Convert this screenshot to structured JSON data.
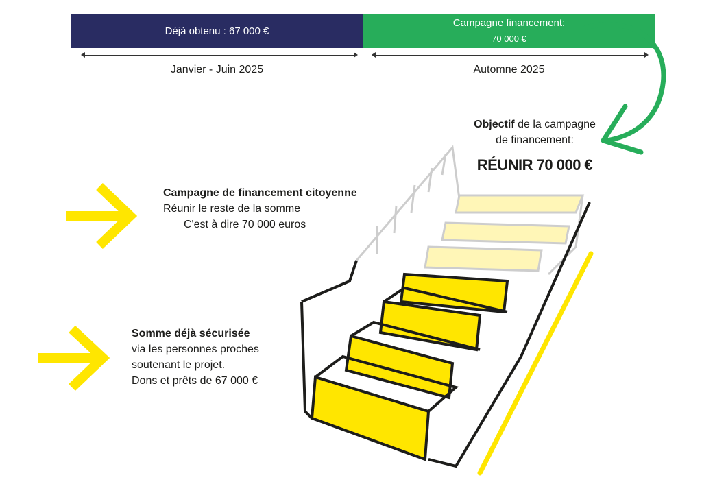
{
  "timeline": {
    "obtained_label": "Déjà obtenu : 67 000 €",
    "campaign_label_line1": "Campagne financement:",
    "campaign_label_line2": "70 000 €",
    "period_1": "Janvier - Juin 2025",
    "period_2": "Automne 2025"
  },
  "goal": {
    "bold": "Objectif",
    "line1_rest": " de la campagne",
    "line2": "de financement:",
    "big": "RÉUNIR 70 000 €"
  },
  "campaign_block": {
    "title": "Campagne de financement citoyenne",
    "line1": "Réunir le reste de la somme",
    "line2": "C'est à dire 70 000 euros"
  },
  "secured_block": {
    "title": "Somme déjà sécurisée",
    "line1": "via les personnes proches",
    "line2": "soutenant le projet.",
    "line3": "Dons et prêts de 67 000 €"
  },
  "colors": {
    "navy": "#292c62",
    "green": "#27ad5a",
    "yellow": "#ffe600"
  }
}
